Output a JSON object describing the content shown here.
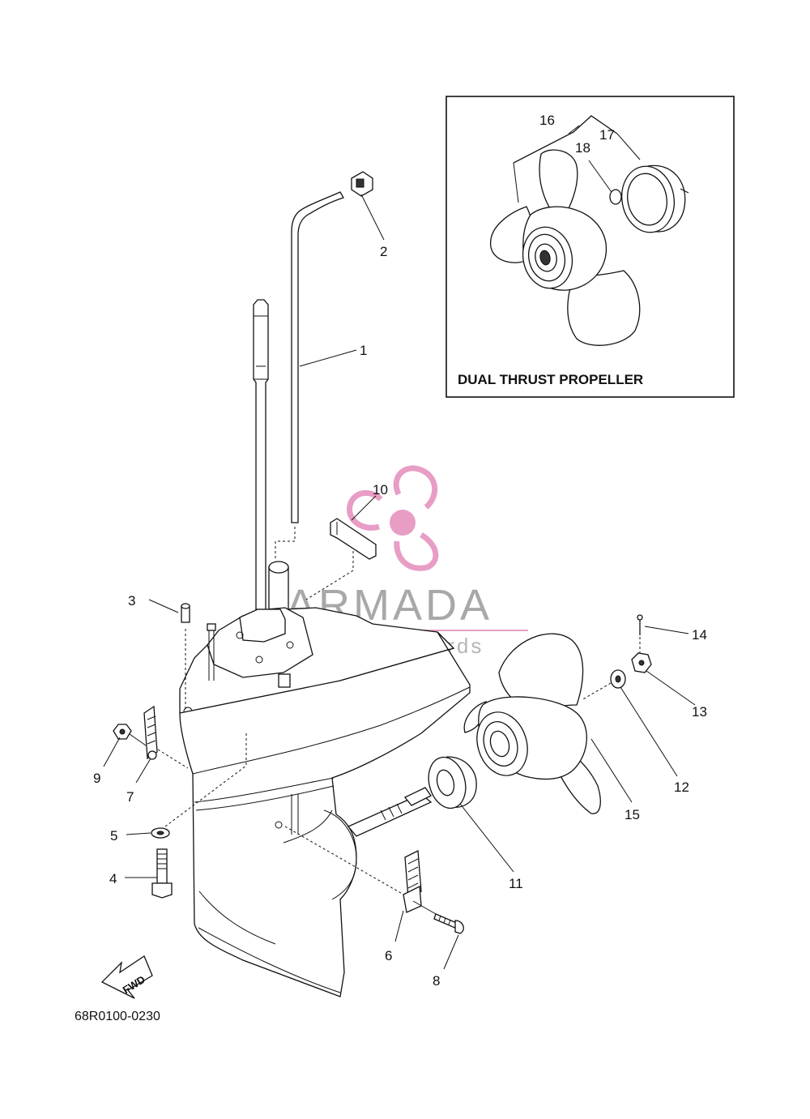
{
  "inset": {
    "title": "DUAL THRUST PROPELLER"
  },
  "diagram_code": "68R0100-0230",
  "fwd_arrow_label": "FWD",
  "watermark": {
    "brand": "ARMADA",
    "tagline": "marine outboards",
    "color": "#e48cbc"
  },
  "callouts": {
    "c1": "1",
    "c2": "2",
    "c3": "3",
    "c4": "4",
    "c5": "5",
    "c6": "6",
    "c7": "7",
    "c8": "8",
    "c9": "9",
    "c10": "10",
    "c11": "11",
    "c12": "12",
    "c13": "13",
    "c14": "14",
    "c15": "15",
    "c16": "16",
    "c17": "17",
    "c18": "18"
  }
}
